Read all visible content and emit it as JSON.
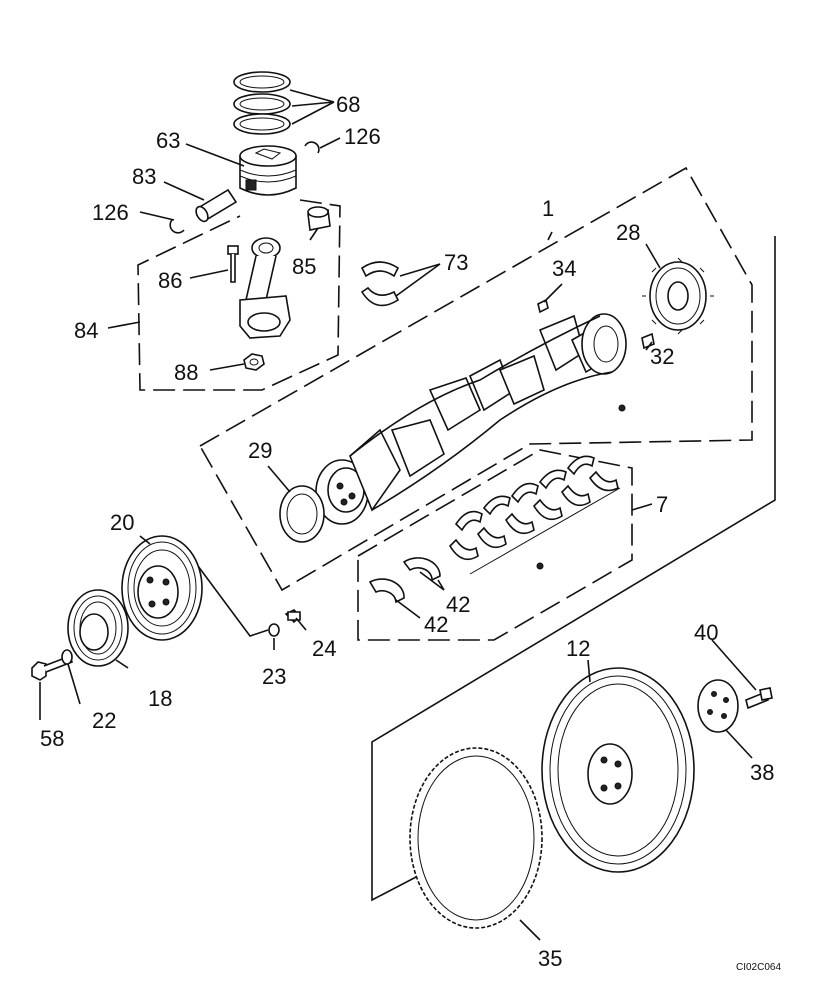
{
  "diagram_code": "CI02C064",
  "callouts": {
    "c68": "68",
    "c63": "63",
    "c126a": "126",
    "c83": "83",
    "c126b": "126",
    "c1": "1",
    "c28": "28",
    "c86": "86",
    "c85": "85",
    "c73": "73",
    "c34": "34",
    "c84": "84",
    "c32": "32",
    "c88": "88",
    "c29": "29",
    "c7": "7",
    "c20": "20",
    "c42a": "42",
    "c42b": "42",
    "c24": "24",
    "c23": "23",
    "c40": "40",
    "c12": "12",
    "c18": "18",
    "c58": "58",
    "c22": "22",
    "c38": "38",
    "c35": "35"
  }
}
